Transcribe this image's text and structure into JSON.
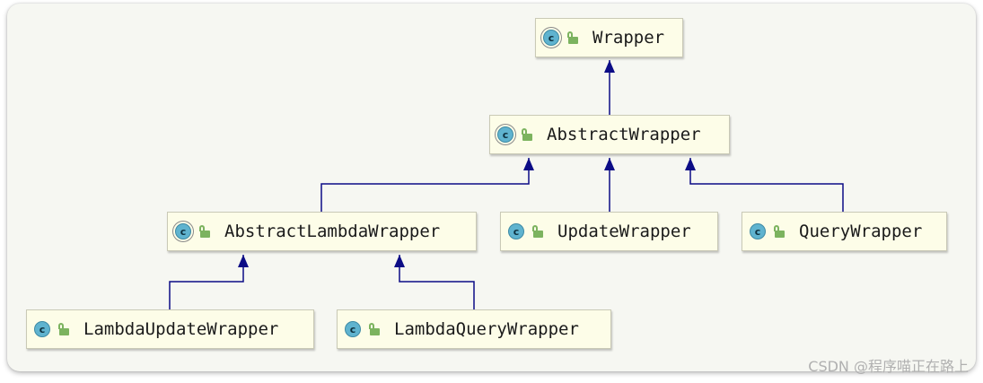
{
  "diagram": {
    "nodes": {
      "wrapper": {
        "label": "Wrapper",
        "icon": "class-icon",
        "abstract": true
      },
      "abstract_wrapper": {
        "label": "AbstractWrapper",
        "icon": "class-icon",
        "abstract": true
      },
      "abstract_lambda_wrapper": {
        "label": "AbstractLambdaWrapper",
        "icon": "class-icon",
        "abstract": true
      },
      "update_wrapper": {
        "label": "UpdateWrapper",
        "icon": "class-icon",
        "abstract": false
      },
      "query_wrapper": {
        "label": "QueryWrapper",
        "icon": "class-icon",
        "abstract": false
      },
      "lambda_update_wrapper": {
        "label": "LambdaUpdateWrapper",
        "icon": "class-icon",
        "abstract": false
      },
      "lambda_query_wrapper": {
        "label": "LambdaQueryWrapper",
        "icon": "class-icon",
        "abstract": false
      }
    },
    "edges": [
      {
        "from": "abstract_wrapper",
        "to": "wrapper",
        "type": "extends"
      },
      {
        "from": "abstract_lambda_wrapper",
        "to": "abstract_wrapper",
        "type": "extends"
      },
      {
        "from": "update_wrapper",
        "to": "abstract_wrapper",
        "type": "extends"
      },
      {
        "from": "query_wrapper",
        "to": "abstract_wrapper",
        "type": "extends"
      },
      {
        "from": "lambda_update_wrapper",
        "to": "abstract_lambda_wrapper",
        "type": "extends"
      },
      {
        "from": "lambda_query_wrapper",
        "to": "abstract_lambda_wrapper",
        "type": "extends"
      }
    ],
    "icon_letter": "c",
    "colors": {
      "edge": "#0c0c86",
      "node_fill": "#fdfde8",
      "class_icon": "#5fb3cf",
      "lock_icon": "#7cb35f"
    }
  },
  "watermark": "CSDN @程序喵正在路上"
}
